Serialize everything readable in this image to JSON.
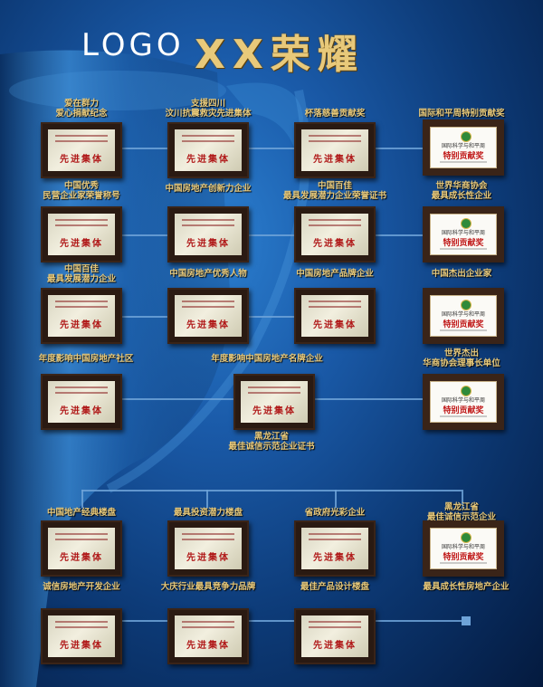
{
  "header": {
    "logo": "LOGO",
    "title": "XX荣耀"
  },
  "colors": {
    "label_gold": "#e8c97a",
    "connector": "#6ea3d8",
    "background": "#0d3b78"
  },
  "plaque_text": {
    "gold_plaque_main": "先进集体",
    "white_plaque_main": "特别贡献奖",
    "white_plaque_header": "国际科学与和平周"
  },
  "labels": {
    "r1c1": [
      "爱在群力",
      "爱心捐献纪念"
    ],
    "r1c2": [
      "支援四川",
      "汶川抗震救灾先进集体"
    ],
    "r1c3": [
      "杯落慈善贡献奖"
    ],
    "r1c4": [
      "国际和平周特别贡献奖"
    ],
    "r2c1": [
      "中国优秀",
      "民营企业家荣誉称号"
    ],
    "r2c2": [
      "中国房地产创新力企业"
    ],
    "r2c3": [
      "中国百佳",
      "最具发展潜力企业荣誉证书"
    ],
    "r2c4": [
      "世界华商协会",
      "最具成长性企业"
    ],
    "r3c1": [
      "中国百佳",
      "最具发展潜力企业"
    ],
    "r3c2": [
      "中国房地产优秀人物"
    ],
    "r3c3": [
      "中国房地产品牌企业"
    ],
    "r3c4": [
      "中国杰出企业家"
    ],
    "r4c1": [
      "年度影响中国房地产社区"
    ],
    "r4c2": [
      "年度影响中国房地产名牌企业"
    ],
    "r4c2b": [
      "黑龙江省",
      "最佳诚信示范企业证书"
    ],
    "r4c4": [
      "世界杰出",
      "华商协会理事长单位"
    ],
    "r5c1": [
      "中国地产经典楼盘"
    ],
    "r5c1b": [
      "诚信房地产开发企业"
    ],
    "r5c2": [
      "最具投资潜力楼盘"
    ],
    "r5c2b": [
      "大庆行业最具竞争力品牌"
    ],
    "r5c3": [
      "省政府光彩企业"
    ],
    "r5c3b": [
      "最佳产品设计楼盘"
    ],
    "r5c4": [
      "黑龙江省",
      "最佳诚信示范企业"
    ],
    "r5c4b": [
      "最具成长性房地产企业"
    ]
  }
}
